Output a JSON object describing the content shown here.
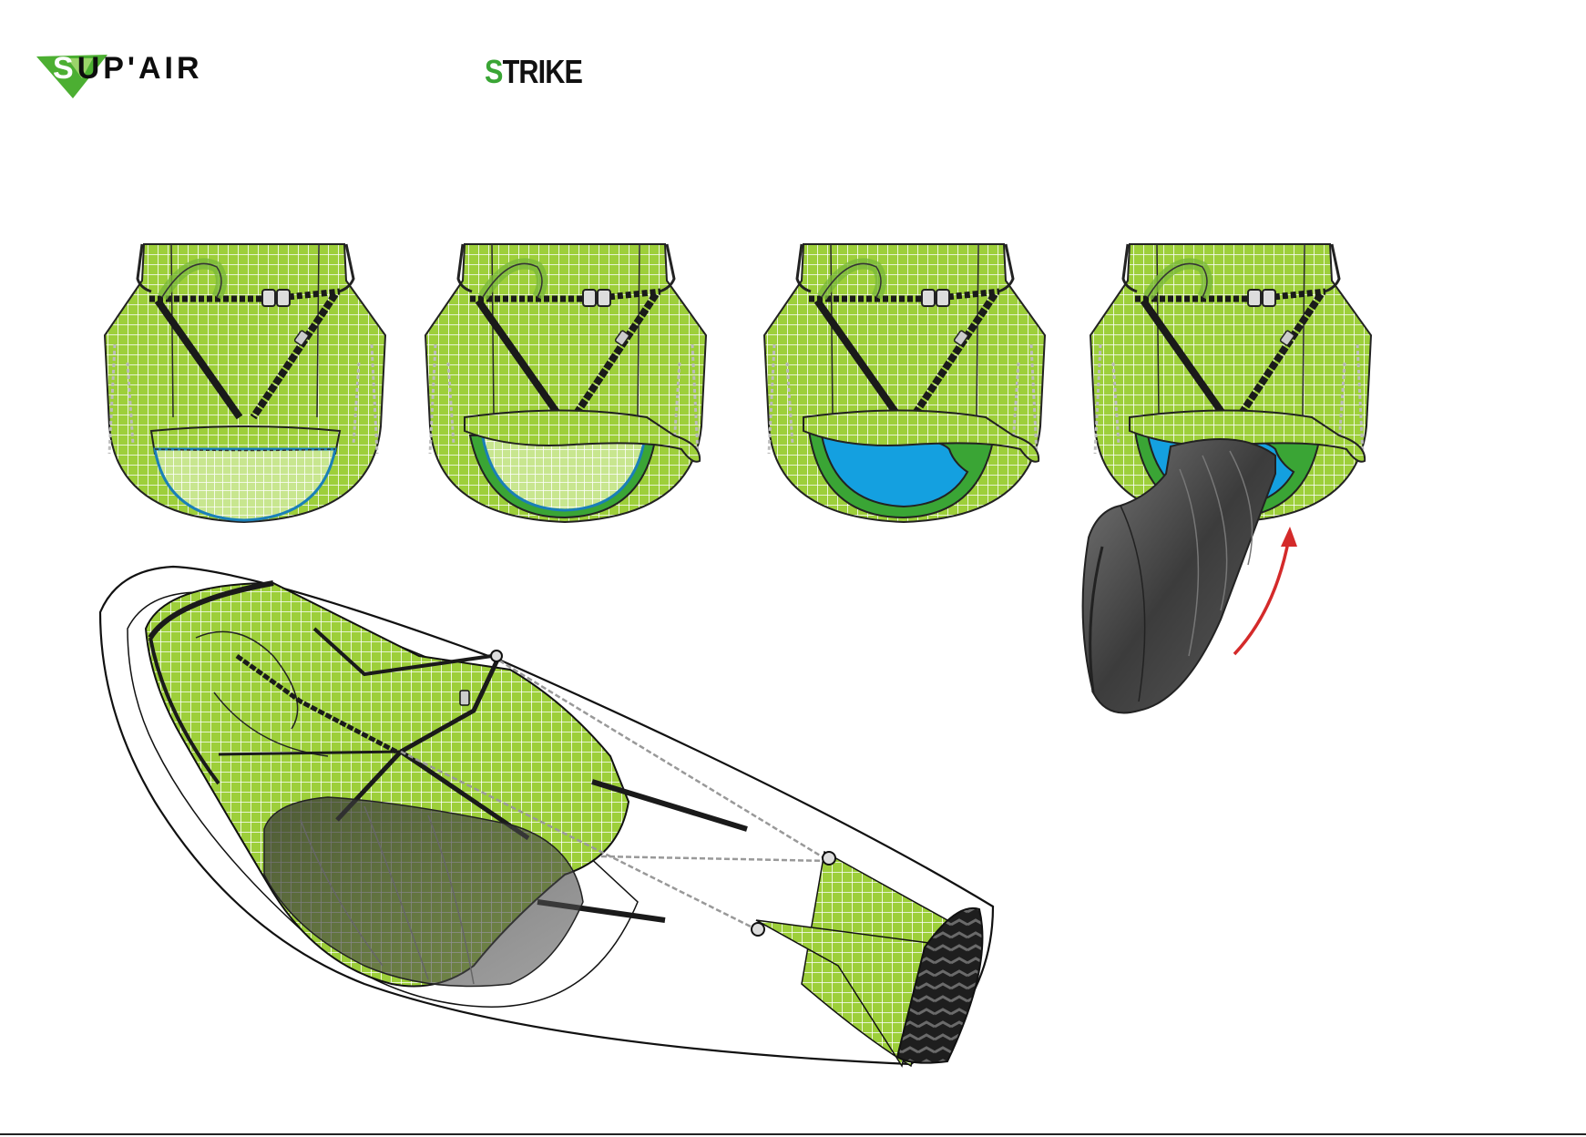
{
  "brand": {
    "logo_text_first": "S",
    "logo_text_rest": "UP'AIR",
    "title_first": "S",
    "title_rest": "TRIKE"
  },
  "colors": {
    "fabric": "#9dcf3a",
    "fabric_dark": "#6fa32a",
    "pocket_green": "#3aa535",
    "reserve_blue": "#14a0e0",
    "strap": "#1a1a1a",
    "reserve_grey": "#4a4a4a",
    "arrow": "#d42a2a",
    "logo_green": "#4caf32"
  },
  "steps": [
    {
      "state": "closed"
    },
    {
      "state": "flap-opening"
    },
    {
      "state": "reserve-visible"
    },
    {
      "state": "reserve-extracted"
    }
  ],
  "icons": {
    "arrow": "curved-arrow-up",
    "logo": "triangle-logo"
  }
}
